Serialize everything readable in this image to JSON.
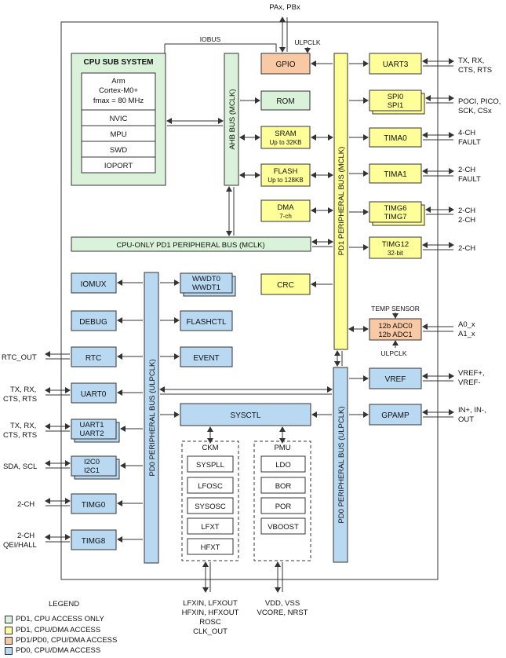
{
  "colors": {
    "green": "#d9f2d9",
    "yellow": "#ffff99",
    "orange": "#f9c8a4",
    "blue": "#b9d9f3",
    "stroke": "#333333"
  },
  "top": {
    "pins": "PAx, PBx",
    "iobus": "IOBUS",
    "ulpclk": "ULPCLK"
  },
  "cpu": {
    "title": "CPU SUB SYSTEM",
    "core_line1": "Arm",
    "core_line2": "Cortex-M0+",
    "core_line3": "fmax = 80 MHz",
    "items": [
      "NVIC",
      "MPU",
      "SWD",
      "IOPORT"
    ]
  },
  "buses": {
    "ahb": "AHB BUS (MCLK)",
    "pd1": "PD1 PERIPHERAL BUS (MCLK)",
    "cpu_only": "CPU-ONLY  PD1 PERIPHERAL BUS (MCLK)",
    "pd0_left": "PD0 PERIPHERAL BUS (ULPCLK)",
    "pd0_right": "PD0 PERIPHERAL BUS (ULPCLK)"
  },
  "memory": {
    "gpio": "GPIO",
    "rom": "ROM",
    "sram": "SRAM",
    "sram_sub": "Up to 32KB",
    "flash": "FLASH",
    "flash_sub": "Up to 128KB",
    "dma": "DMA",
    "dma_sub": "7-ch",
    "crc": "CRC"
  },
  "pd1_periph": {
    "uart3": "UART3",
    "spi0": "SPI0",
    "spi1": "SPI1",
    "tima0": "TIMA0",
    "tima1": "TIMA1",
    "timg6": "TIMG6",
    "timg7": "TIMG7",
    "timg12": "TIMG12",
    "timg12_sub": "32-bit"
  },
  "right_pins": {
    "uart3_1": "TX, RX,",
    "uart3_2": "CTS, RTS",
    "spi_1": "POCI, PICO,",
    "spi_2": "SCK, CSx",
    "tima0_1": "4-CH",
    "tima0_2": "FAULT",
    "tima1_1": "2-CH",
    "tima1_2": "FAULT",
    "timg67_1": "2-CH",
    "timg67_2": "2-CH",
    "timg12_1": "2-CH",
    "adc_1": "A0_x",
    "adc_2": "A1_x",
    "vref_1": "VREF+,",
    "vref_2": "VREF-",
    "gpamp_1": "IN+, IN-,",
    "gpamp_2": "OUT"
  },
  "analog": {
    "temp_sensor": "TEMP SENSOR",
    "adc0": "12b ADC0",
    "adc1": "12b ADC1",
    "ulpclk": "ULPCLK",
    "vref": "VREF",
    "gpamp": "GPAMP"
  },
  "pd0_left": {
    "iomux": "IOMUX",
    "debug": "DEBUG",
    "rtc": "RTC",
    "uart0": "UART0",
    "uart1": "UART1",
    "uart2": "UART2",
    "i2c0": "I2C0",
    "i2c1": "I2C1",
    "timg0": "TIMG0",
    "timg8": "TIMG8"
  },
  "pd0_mid": {
    "wwdt0": "WWDT0",
    "wwdt1": "WWDT1",
    "flashctl": "FLASHCTL",
    "event": "EVENT",
    "sysctl": "SYSCTL"
  },
  "left_pins": {
    "rtc_out": "RTC_OUT",
    "uart0_1": "TX, RX,",
    "uart0_2": "CTS, RTS",
    "uart12_1": "TX, RX,",
    "uart12_2": "CTS, RTS",
    "i2c": "SDA, SCL",
    "timg0": "2-CH",
    "timg8_1": "2-CH",
    "timg8_2": "QEI/HALL"
  },
  "ckm": {
    "title": "CKM",
    "items": [
      "SYSPLL",
      "LFOSC",
      "SYSOSC",
      "LFXT",
      "HFXT"
    ]
  },
  "pmu": {
    "title": "PMU",
    "items": [
      "LDO",
      "BOR",
      "POR",
      "VBOOST"
    ]
  },
  "bottom_pins": {
    "ckm_1": "LFXIN, LFXOUT",
    "ckm_2": "HFXIN, HFXOUT",
    "ckm_3": "ROSC",
    "ckm_4": "CLK_OUT",
    "pmu_1": "VDD, VSS",
    "pmu_2": "VCORE, NRST"
  },
  "legend": {
    "title": "LEGEND",
    "items": [
      {
        "label": "PD1, CPU ACCESS ONLY",
        "color": "#d9f2d9"
      },
      {
        "label": "PD1, CPU/DMA ACCESS",
        "color": "#ffff99"
      },
      {
        "label": "PD1/PD0, CPU/DMA ACCESS",
        "color": "#f9c8a4"
      },
      {
        "label": "PD0, CPU/DMA ACCESS",
        "color": "#b9d9f3"
      }
    ]
  }
}
